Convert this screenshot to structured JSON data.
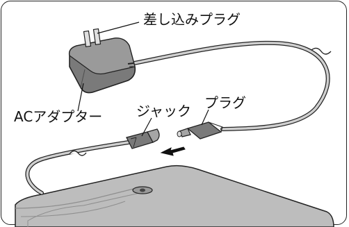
{
  "labels": {
    "plug_top": "差し込みプラグ",
    "ac_adapter": "ACアダプター",
    "jack": "ジャック",
    "plug": "プラグ"
  },
  "colors": {
    "outline": "#222222",
    "adapter_fill": "#7a7a7a",
    "adapter_dark": "#4e4e4e",
    "cable": "#cfcfcf",
    "body": "#bdbdbd",
    "body_dark": "#8e8e8e"
  },
  "icons": {
    "arrow": "left-arrow-icon"
  }
}
